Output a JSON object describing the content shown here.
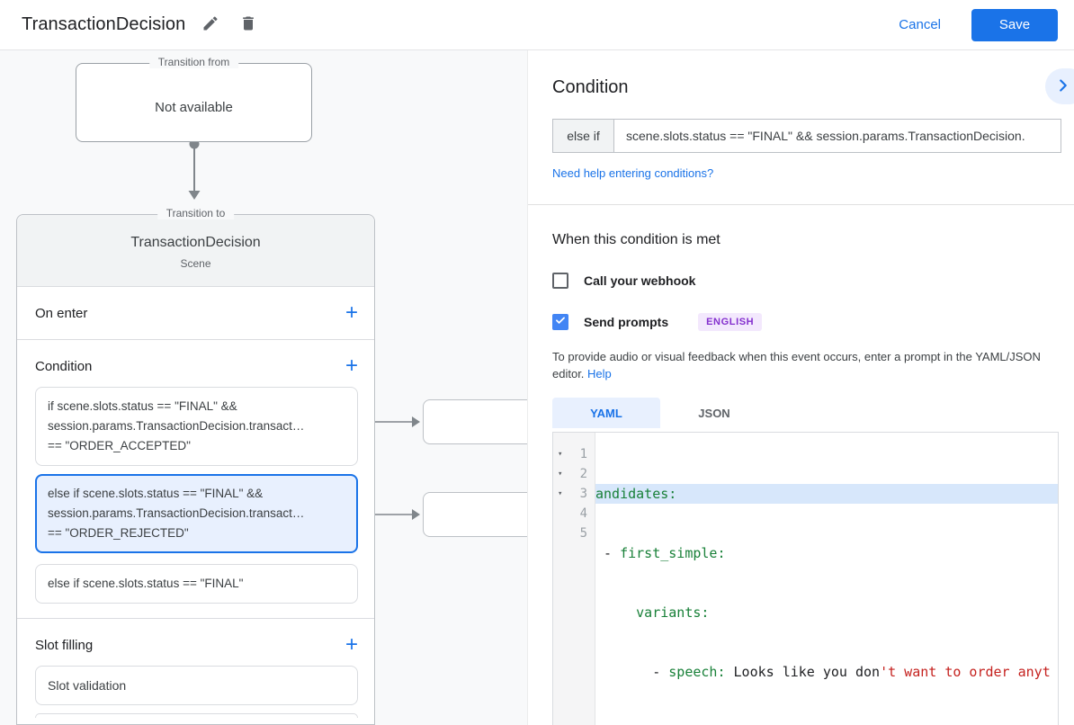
{
  "header": {
    "title": "TransactionDecision",
    "cancel_label": "Cancel",
    "save_label": "Save"
  },
  "canvas": {
    "transition_from": {
      "legend": "Transition from",
      "content": "Not available"
    },
    "transition_to": {
      "legend": "Transition to",
      "scene_name": "TransactionDecision",
      "scene_type": "Scene"
    },
    "sections": {
      "on_enter_label": "On enter",
      "condition_label": "Condition",
      "slot_filling_label": "Slot filling",
      "add_label": "+"
    },
    "conditions": [
      {
        "selected": false,
        "lines": [
          "if scene.slots.status == \"FINAL\" &&",
          "session.params.TransactionDecision.transact…",
          "== \"ORDER_ACCEPTED\""
        ]
      },
      {
        "selected": true,
        "lines": [
          "else if scene.slots.status == \"FINAL\" &&",
          "session.params.TransactionDecision.transact…",
          "== \"ORDER_REJECTED\""
        ]
      },
      {
        "selected": false,
        "lines": [
          "else if scene.slots.status == \"FINAL\""
        ]
      }
    ],
    "slot_items": [
      {
        "label": "Slot validation"
      }
    ]
  },
  "panel": {
    "condition_heading": "Condition",
    "condition_prefix": "else if",
    "condition_value": "scene.slots.status == \"FINAL\" && session.params.TransactionDecision.",
    "help_link": "Need help entering conditions?",
    "when_heading": "When this condition is met",
    "webhook_label": "Call your webhook",
    "prompts_label": "Send prompts",
    "language_badge": "ENGLISH",
    "feedback_text": "To provide audio or visual feedback when this event occurs, enter a prompt in the YAML/JSON editor.",
    "feedback_help_label": "Help",
    "tabs": [
      {
        "label": "YAML"
      },
      {
        "label": "JSON"
      }
    ]
  },
  "editor": {
    "lines": [
      {
        "number": "1",
        "segments": [
          {
            "color": "green",
            "text": "andidates:"
          }
        ]
      },
      {
        "number": "2",
        "segments": [
          {
            "color": "dark",
            "text": " - "
          },
          {
            "color": "green",
            "text": "first_simple:"
          }
        ]
      },
      {
        "number": "3",
        "segments": [
          {
            "color": "dark",
            "text": "     "
          },
          {
            "color": "green",
            "text": "variants:"
          }
        ]
      },
      {
        "number": "4",
        "segments": [
          {
            "color": "dark",
            "text": "       - "
          },
          {
            "color": "green",
            "text": "speech:"
          },
          {
            "color": "dark",
            "text": " Looks like you don"
          },
          {
            "color": "red",
            "text": "'t want to order anyt"
          }
        ]
      },
      {
        "number": "5",
        "segments": []
      }
    ]
  },
  "colors": {
    "accent_blue": "#1a73e8",
    "selected_condition_bg": "#e8f0fe",
    "selected_condition_border": "#1a73e8",
    "badge_text": "#8430ce",
    "badge_bg": "#f3e8fd",
    "syntax_key_green": "#188038",
    "syntax_string_red": "#c5221f",
    "canvas_bg": "#f8f9fa"
  }
}
